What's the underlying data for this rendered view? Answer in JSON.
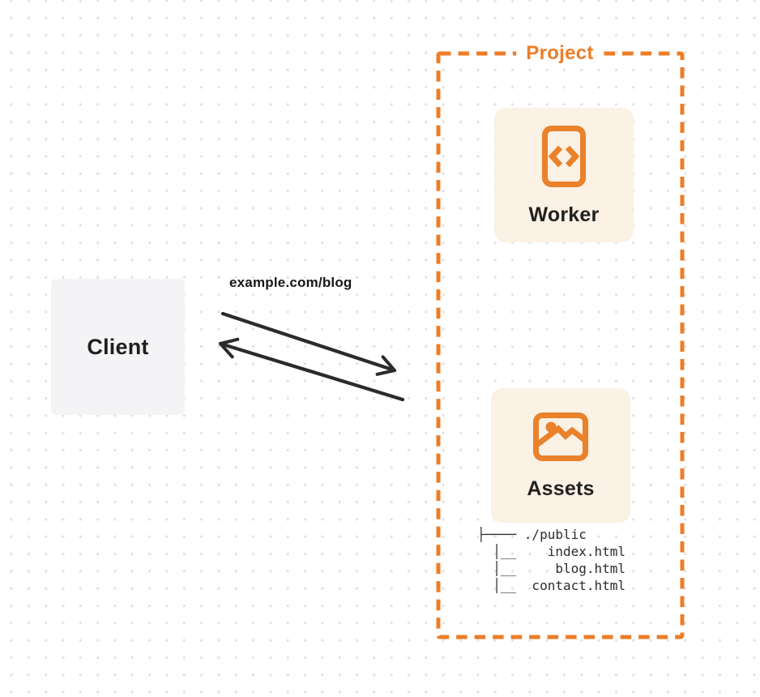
{
  "colors": {
    "accent_orange": "#ed7d26",
    "card_cream": "#fbf1e4",
    "client_gray": "#f4f4f6",
    "arrow_dark": "#2b2b2b",
    "text_dark": "#1f1f1f",
    "dot_gray": "#e3e3e7"
  },
  "client": {
    "label": "Client"
  },
  "request_label": "example.com/blog",
  "project": {
    "title": "Project",
    "worker": {
      "label": "Worker",
      "icon": "code-file-icon"
    },
    "assets": {
      "label": "Assets",
      "icon": "image-icon"
    },
    "file_tree": "├──── ./public\n  │__    index.html\n  │__     blog.html\n  │__  contact.html"
  }
}
